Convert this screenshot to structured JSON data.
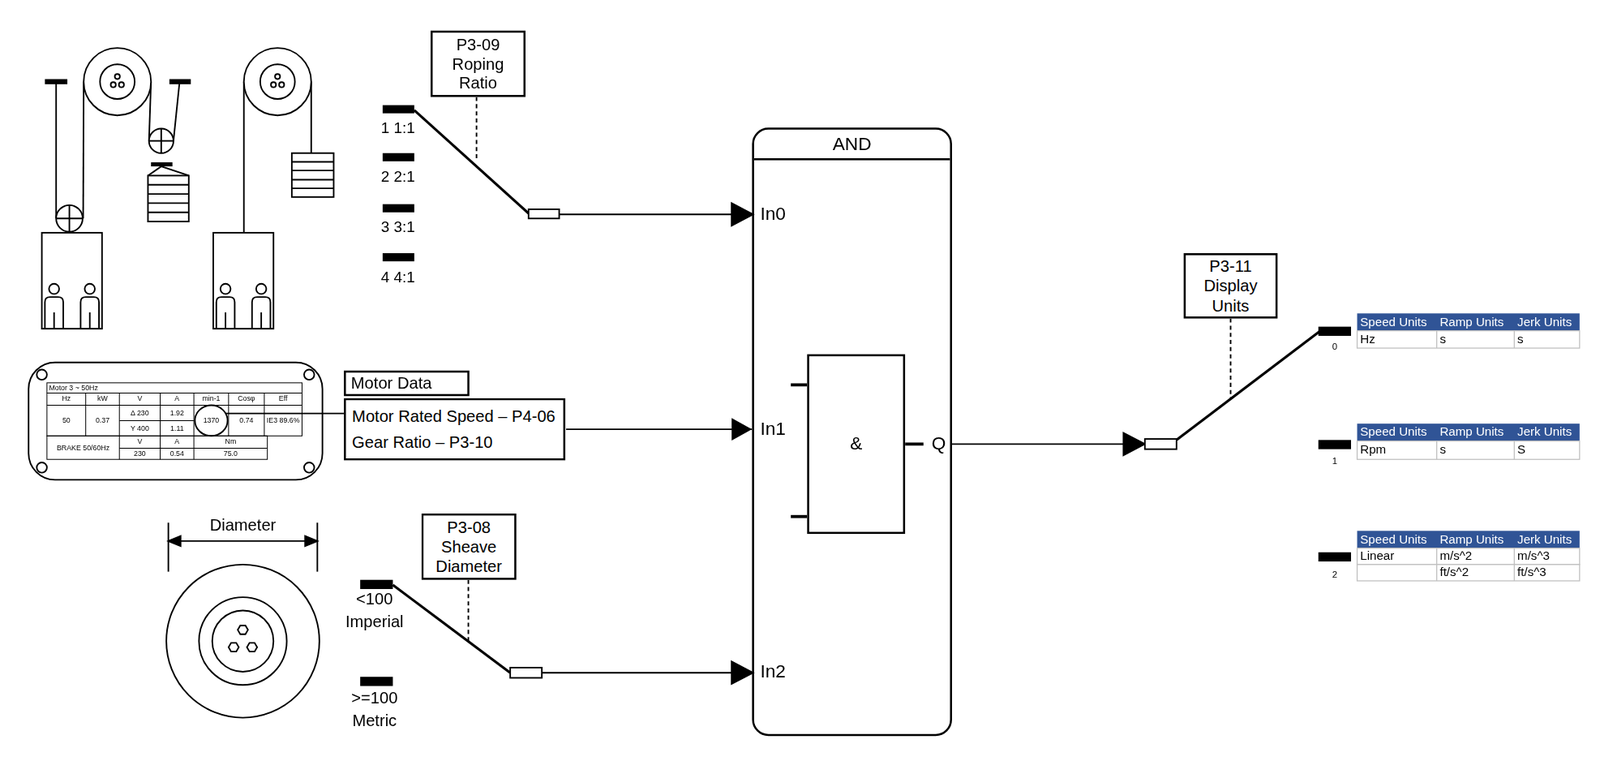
{
  "diagram": {
    "nodes": [
      {
        "text": [
          "P3-09 Roping Ratio"
        ]
      },
      {
        "text": [
          "Motor Data"
        ]
      },
      {
        "text": [
          "Motor Rated Speed – P4-06",
          "Gear Ratio – P3-10"
        ]
      },
      {
        "text": [
          "P3-08 Sheave Diameter"
        ]
      },
      {
        "text": [
          "AND"
        ]
      },
      {
        "text": [
          "&"
        ],
        "in": 4
      },
      {
        "text": [
          "P3-11 Display Units"
        ]
      }
    ],
    "edges": [
      {
        "from": 2,
        "to": 4,
        "arrow": "to"
      }
    ],
    "labels": [
      "1 1:1",
      "2 2:1",
      "3 3:1",
      "4 4:1",
      "In0",
      "In1",
      "In2",
      "Q",
      "0",
      "1",
      "2",
      "<100 Imperial",
      ">=100 Metric",
      "Diameter",
      "Speed Units",
      "Ramp Units",
      "Jerk Units",
      "Hz",
      "s",
      "s",
      "Speed Units",
      "Ramp Units",
      "Jerk Units",
      "Rpm",
      "s",
      "S",
      "Speed Units",
      "Ramp Units",
      "Jerk Units",
      "Linear",
      "m/s^2",
      "m/s^3",
      "ft/s^2",
      "ft/s^3",
      "Motor 3 ~ 50Hz",
      "Hz",
      "kW",
      "V",
      "A",
      "min-1",
      "Cosφ",
      "Eff",
      "50",
      "0.37",
      "Δ 230",
      "1.92",
      "Y 400",
      "1.11",
      "1370",
      "0.74",
      "IE3 89.6%",
      "BRAKE 50/60Hz",
      "V",
      "A",
      "Nm",
      "230",
      "0.54",
      "75.0"
    ]
  }
}
